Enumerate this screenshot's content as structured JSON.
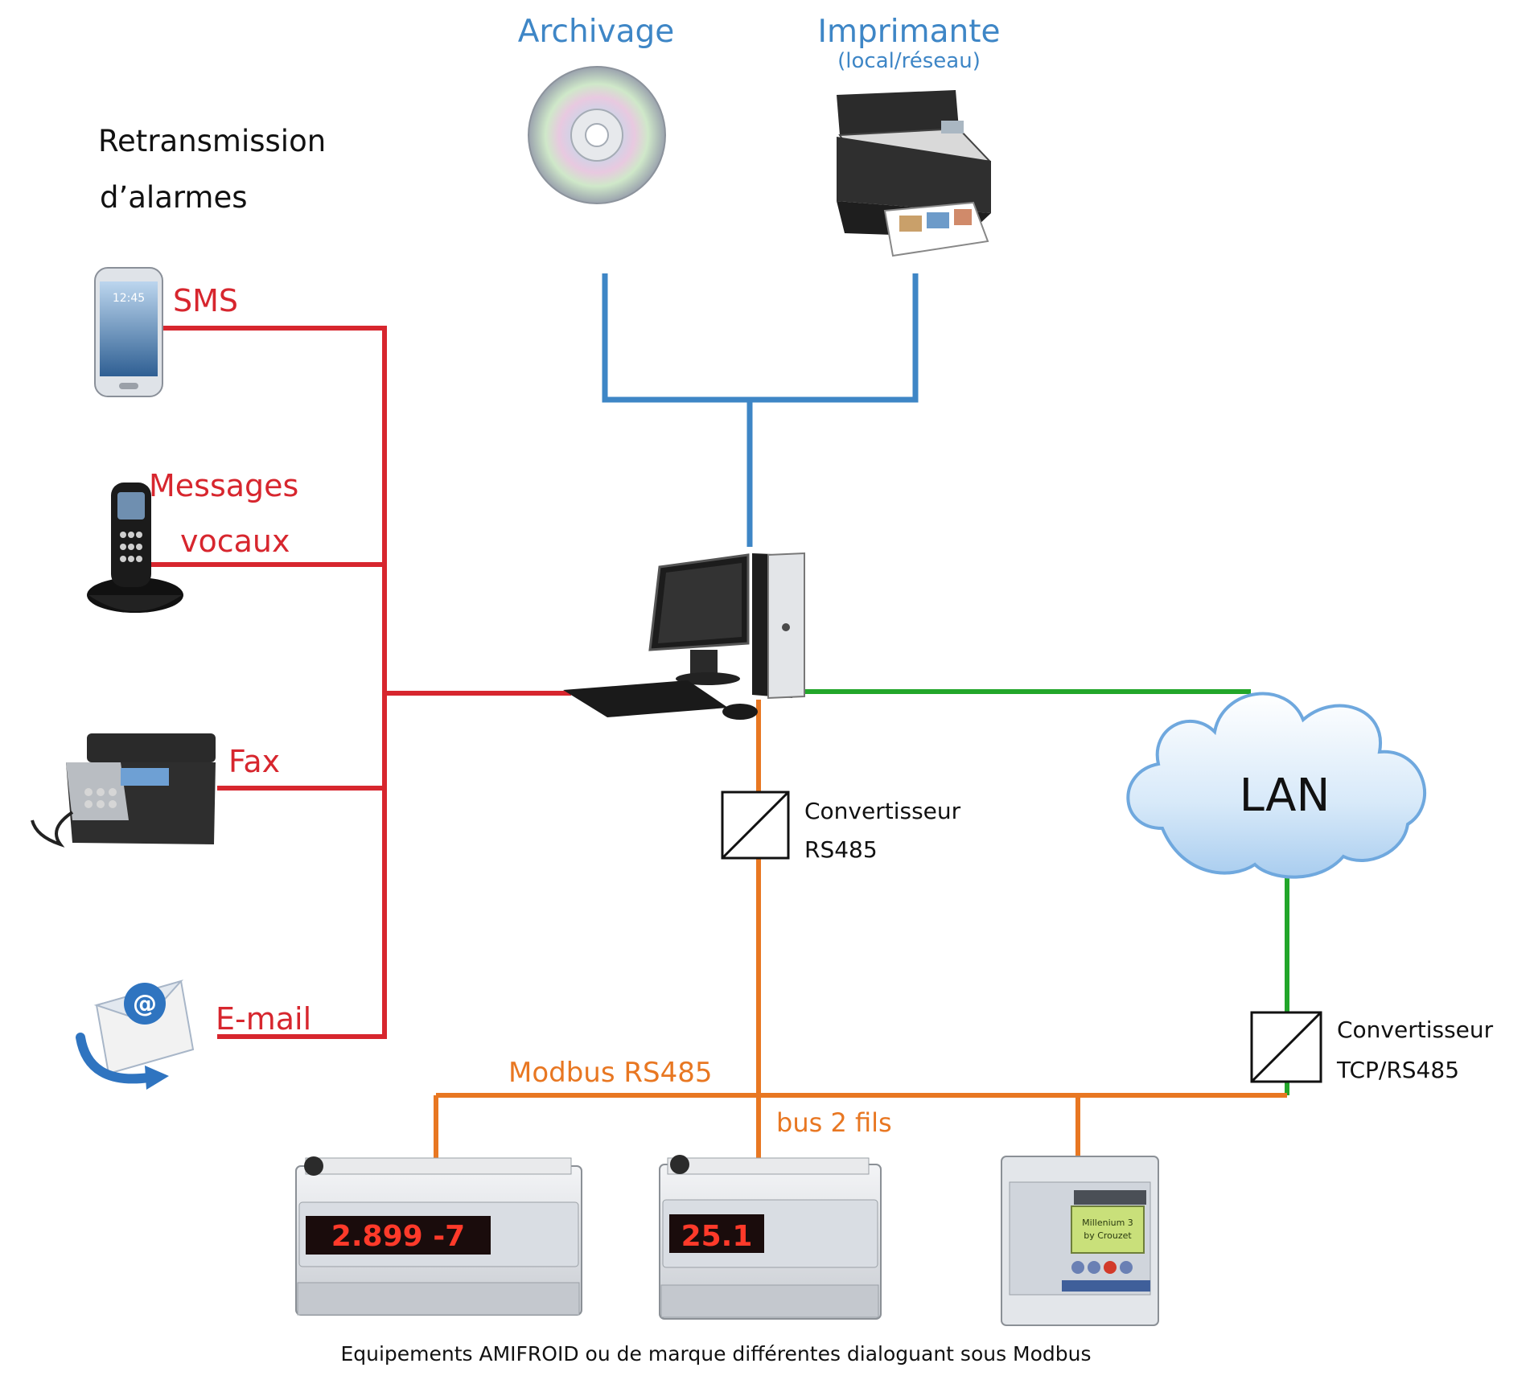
{
  "alarms": {
    "title_line1": "Retransmission",
    "title_line2": "d’alarmes",
    "sms": "SMS",
    "voice_line1": "Messages",
    "voice_line2": "vocaux",
    "fax": "Fax",
    "email": "E-mail",
    "phone_time": "12:45"
  },
  "top": {
    "archive": "Archivage",
    "printer": "Imprimante",
    "printer_sub": "(local/réseau)"
  },
  "network": {
    "lan": "LAN",
    "conv1_line1": "Convertisseur",
    "conv1_line2": "RS485",
    "conv2_line1": "Convertisseur",
    "conv2_line2": "TCP/RS485",
    "modbus": "Modbus RS485",
    "bus": "bus 2 fils"
  },
  "devices": {
    "display1": "2.899 -7",
    "display2": "25.1",
    "plc_screen_line1": "Millenium 3",
    "plc_screen_line2": "by Crouzet",
    "caption": "Equipements AMIFROID ou de marque différentes dialoguant sous Modbus"
  },
  "colors": {
    "alarm_red": "#d7262e",
    "lan_blue": "#3e86c6",
    "lan_green": "#22a62a",
    "bus_orange": "#e87722",
    "title_blue": "#3e86c6",
    "text_black": "#111111"
  }
}
